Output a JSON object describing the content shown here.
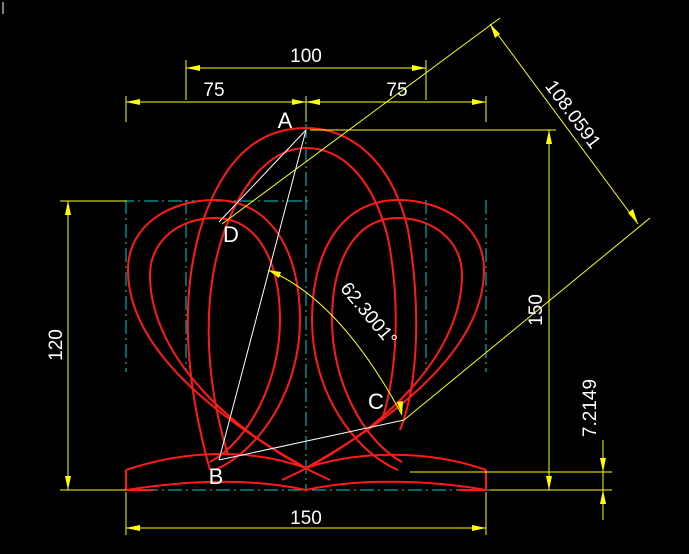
{
  "colors": {
    "background": "#000000",
    "geometry": "#ff1a1a",
    "dimension": "#ffff00",
    "centerline": "#00cccc",
    "construction": "#ffffff",
    "text": "#ffffff"
  },
  "dimensions": {
    "top_span": "100",
    "left_half": "75",
    "right_half": "75",
    "bottom_span": "150",
    "left_height": "120",
    "right_height": "150",
    "small_height": "7.2149",
    "diagonal": "108.0591",
    "angle": "62.3001°"
  },
  "points": {
    "a": "A",
    "b": "B",
    "c": "C",
    "d": "D"
  }
}
